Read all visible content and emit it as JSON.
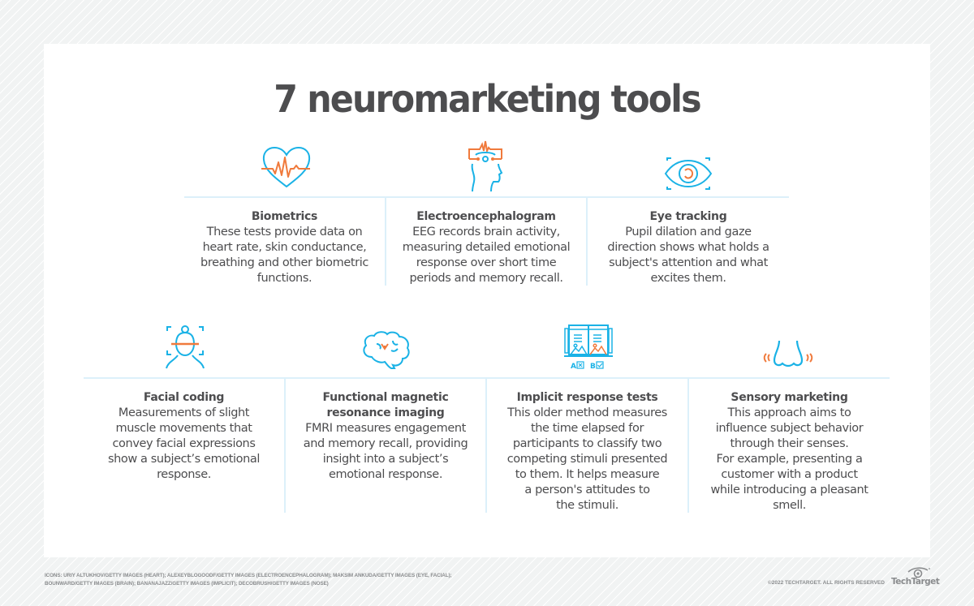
{
  "title": "7 neuromarketing tools",
  "colors": {
    "title_text": "#4d4d4f",
    "body_text": "#4d4d4f",
    "icon_blue": "#1ab2e6",
    "icon_orange": "#f07a3c",
    "divider": "#dcf0fa",
    "background": "#f1f3f3",
    "card": "#ffffff"
  },
  "tools": [
    {
      "icon": "heart-rate-icon",
      "name": "Biometrics",
      "description": "These tests provide data on\nheart rate, skin conductance,\nbreathing and other biometric\nfunctions."
    },
    {
      "icon": "eeg-head-icon",
      "name": "Electroencephalogram",
      "description": "EEG records brain activity,\nmeasuring detailed emotional\nresponse over short time\nperiods and memory recall."
    },
    {
      "icon": "eye-tracking-icon",
      "name": "Eye tracking",
      "description": "Pupil dilation and gaze\ndirection shows what holds a\nsubject's attention and what\nexcites them."
    },
    {
      "icon": "face-scan-icon",
      "name": "Facial coding",
      "description": "Measurements of slight\nmuscle movements that\nconvey facial expressions\nshow a subject’s emotional\nresponse."
    },
    {
      "icon": "brain-icon",
      "name": "Functional magnetic\nresonance imaging",
      "description": "FMRI measures engagement\nand memory recall, providing\ninsight into a subject’s\nemotional response."
    },
    {
      "icon": "ab-test-icon",
      "name": "Implicit response tests",
      "description": "This older method measures\nthe time elapsed for\nparticipants to classify two\ncompeting stimuli presented\nto them. It helps measure\na person's attitudes to\nthe stimuli."
    },
    {
      "icon": "nose-smell-icon",
      "name": "Sensory marketing",
      "description": "This approach aims to\ninfluence subject behavior\nthrough their senses.\nFor example, presenting a\ncustomer with a product\nwhile introducing a pleasant\nsmell."
    }
  ],
  "ab_icon_labels": {
    "a": "A",
    "b": "B"
  },
  "footer": {
    "credits_line1": "ICONS: URIY ALTUKHOV/GETTY IMAGES (HEART); ALEXEYBLOGOODF/GETTY IMAGES (ELECTROENCEPHALOGRAM); MAKSIM ANKUDA/GETTY IMAGES (EYE, FACIAL);",
    "credits_line2": "BOUNWARD/GETTY IMAGES (BRAIN); BANANAJAZZ/GETTY IMAGES (IMPLICIT); DECOBRUSH/GETTY IMAGES (NOSE)",
    "copyright": "©2022 TECHTARGET. ALL RIGHTS RESERVED",
    "brand": "TechTarget"
  }
}
